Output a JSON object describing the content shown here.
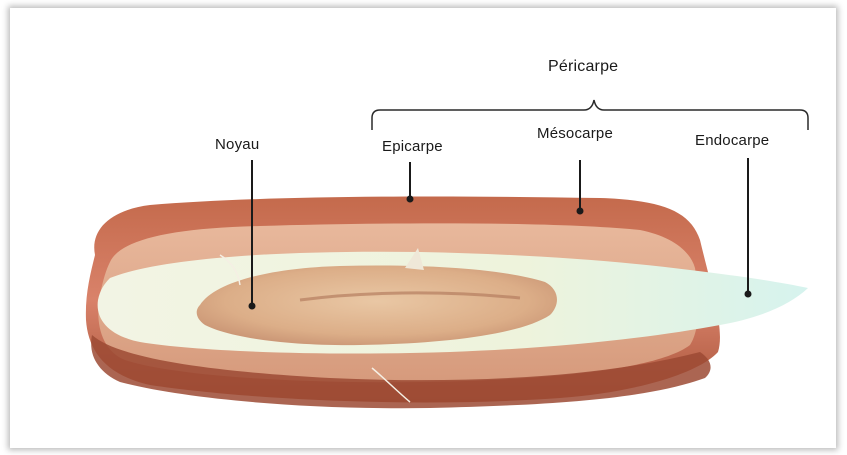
{
  "diagram": {
    "title": "Péricarpe",
    "labels": {
      "noyau": "Noyau",
      "epicarpe": "Epicarpe",
      "mesocarpe": "Mésocarpe",
      "endocarpe": "Endocarpe"
    }
  }
}
